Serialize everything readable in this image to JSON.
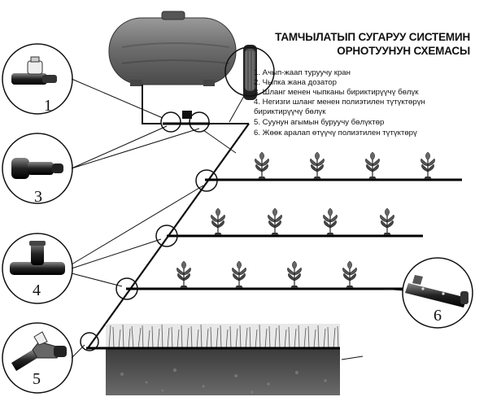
{
  "title": {
    "line1": "ТАМЧЫЛАТЫП СУГАРУУ СИСТЕМИН",
    "line2": "ОРНОТУУНУН СХЕМАСЫ"
  },
  "legend": [
    "1. Ачып-жаап туруучу кран",
    "2. Чыпка жана дозатор",
    "3. Шланг менен чыпканы бириктирүүчү бөлүк",
    "4. Негизги шланг менен полиэтилен түтүктөрүн",
    "бириктирүүчү бөлүк",
    "5.  Суунун агымын буруучу бөлүктөр",
    "6. Жөөк аралап өтүүчү полиэтилен түтүктөрү"
  ],
  "parts": {
    "p1": "1",
    "p3": "3",
    "p4": "4",
    "p5": "5",
    "p6": "6"
  }
}
